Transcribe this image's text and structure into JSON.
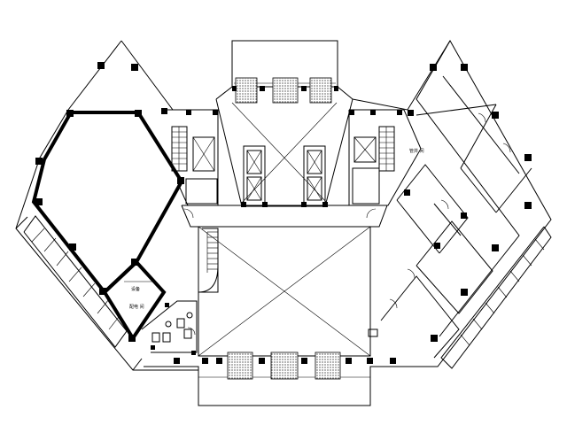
{
  "drawing": {
    "type": "architectural-floor-plan",
    "line_color": "#000000",
    "background": "#ffffff",
    "labels": {
      "room_a": "设备",
      "room_b": "配电 间",
      "room_c": "管井 间"
    }
  }
}
